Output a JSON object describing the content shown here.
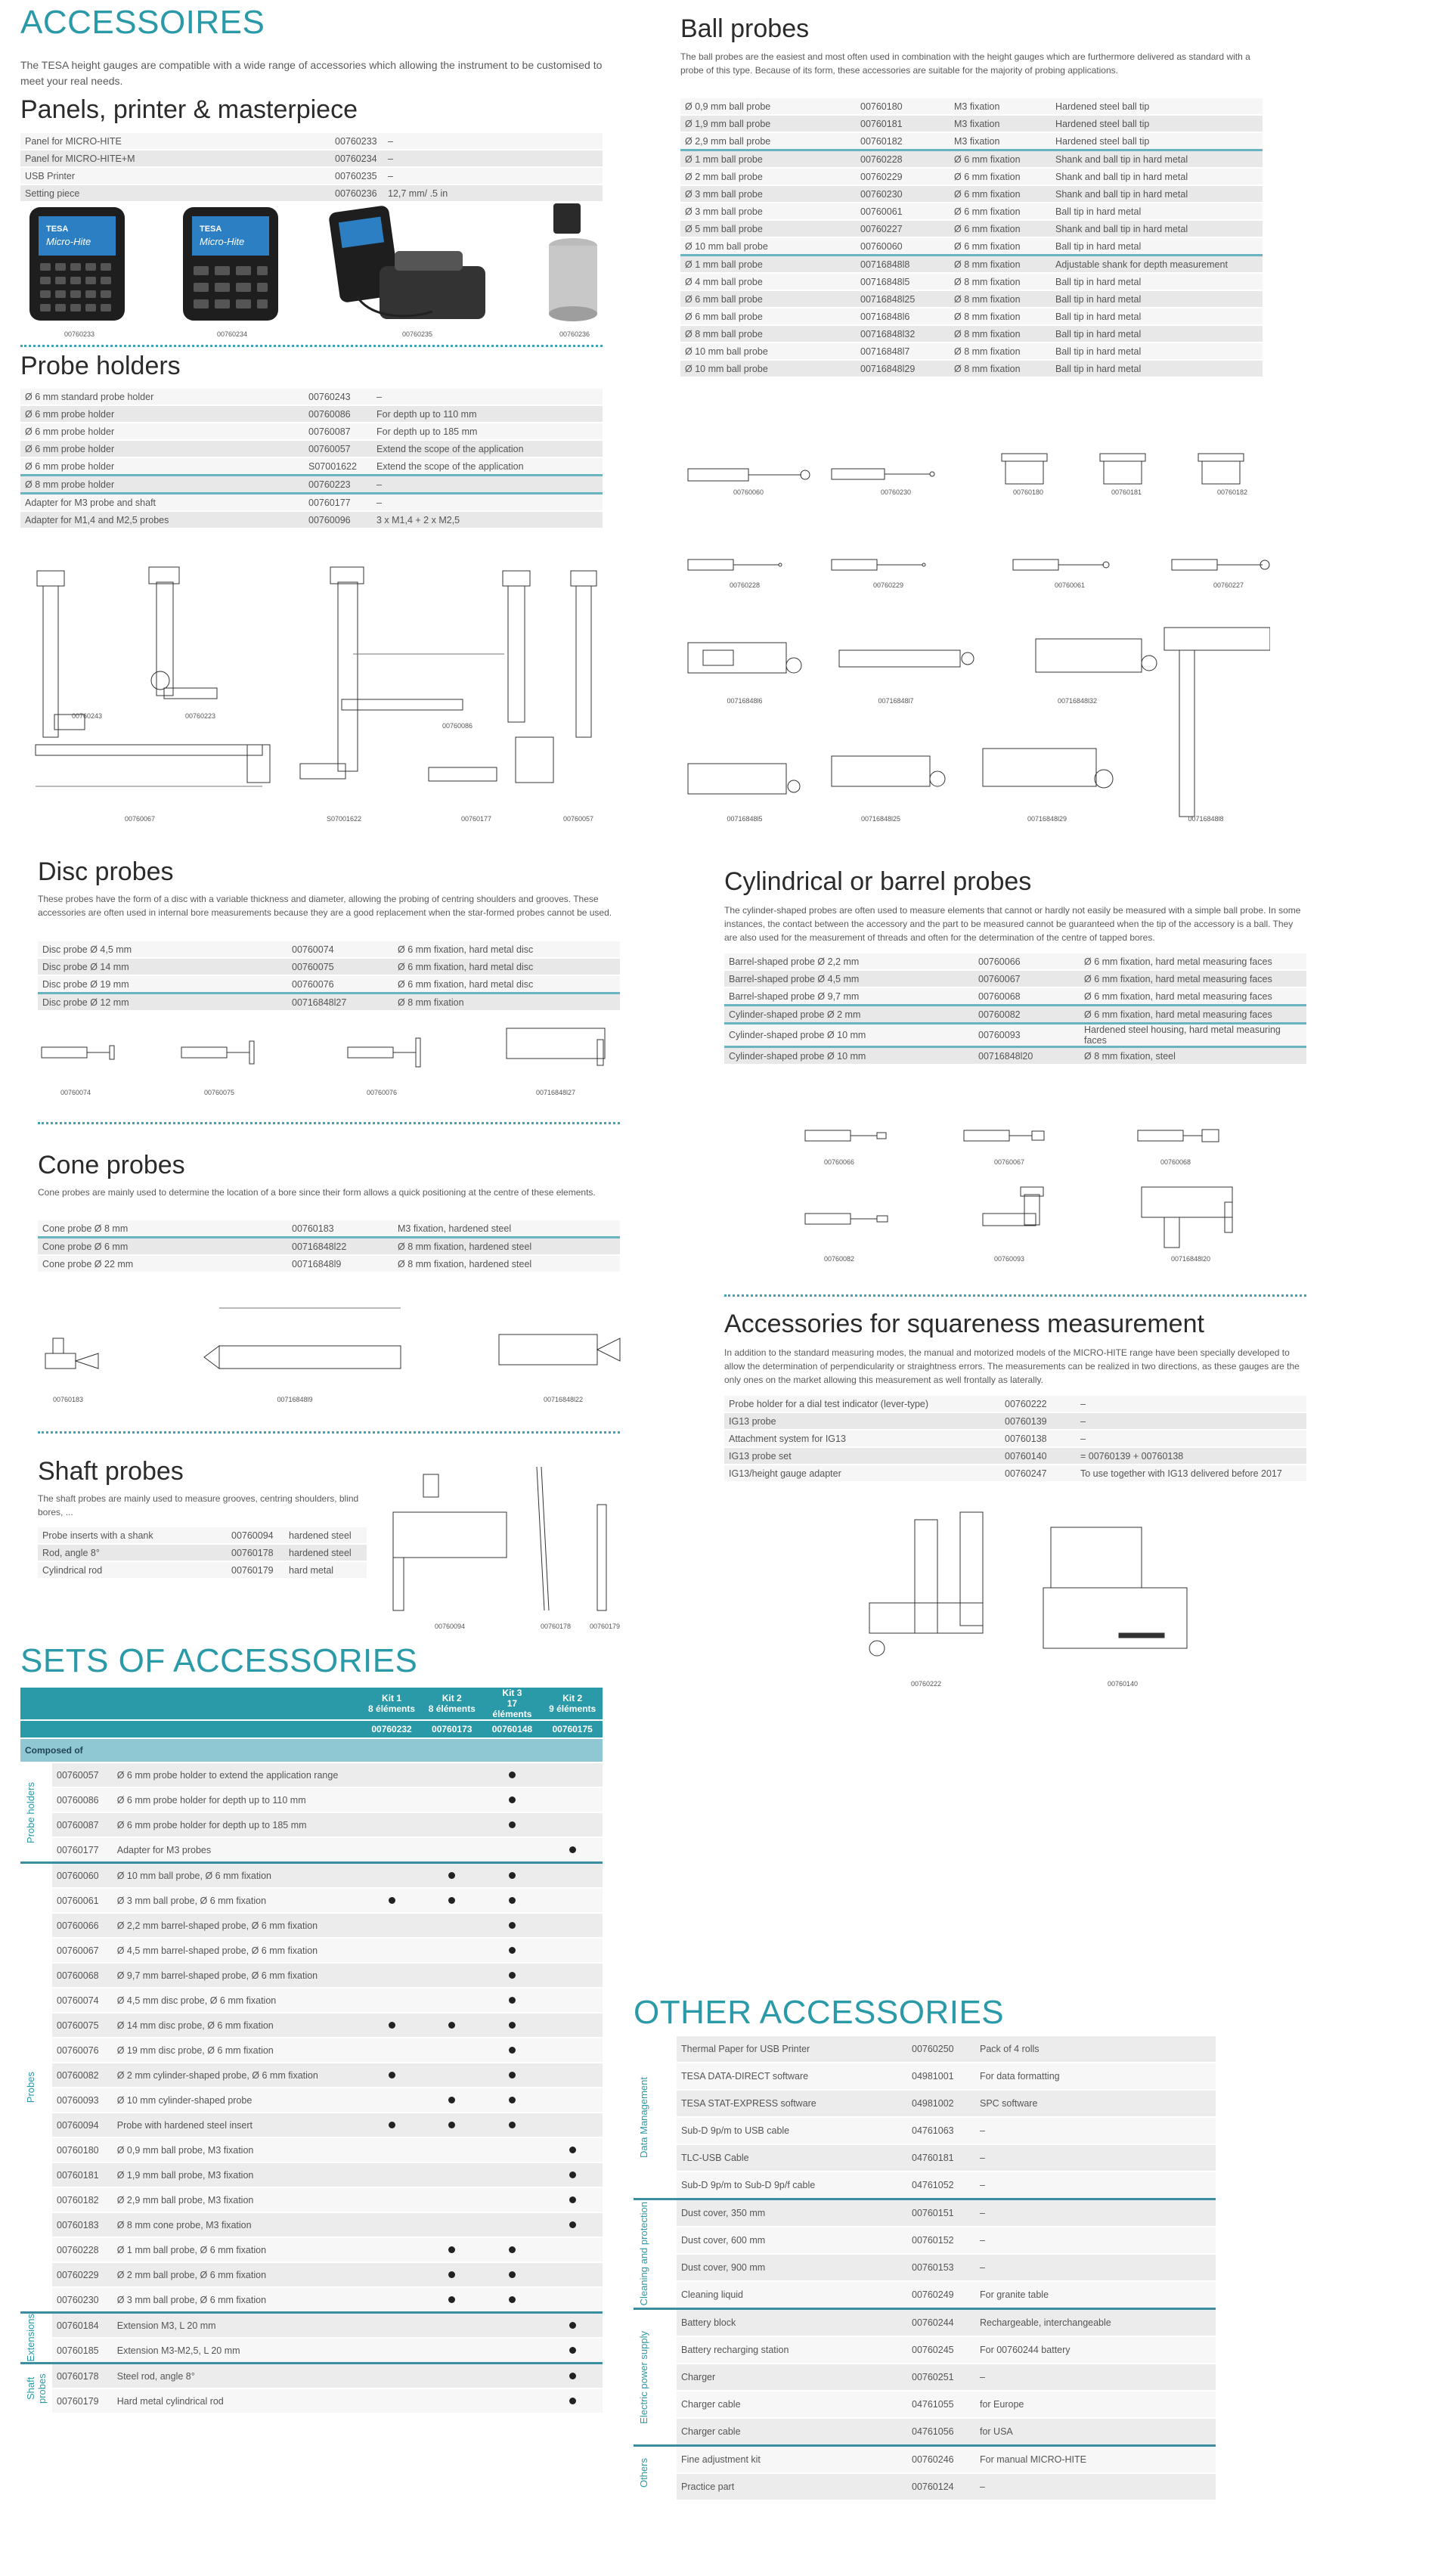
{
  "accessories": {
    "title": "ACCESSOIRES",
    "intro": "The TESA height gauges are compatible with a wide range of accessories which allowing the instrument to be customised to meet your real needs."
  },
  "panels": {
    "title": "Panels, printer & masterpiece",
    "rows": [
      [
        "Panel for MICRO-HITE",
        "00760233",
        "–"
      ],
      [
        "Panel for MICRO-HITE+M",
        "00760234",
        "–"
      ],
      [
        "USB Printer",
        "00760235",
        "–"
      ],
      [
        "Setting piece",
        "00760236",
        "12,7 mm/ .5 in"
      ]
    ],
    "captions": [
      "00760233",
      "00760234",
      "00760235",
      "00760236"
    ],
    "device_brand": "TESA",
    "device_model": "Micro-Hite"
  },
  "probe_holders": {
    "title": "Probe holders",
    "rows": [
      [
        "Ø 6 mm standard probe holder",
        "00760243",
        "–"
      ],
      [
        "Ø 6 mm probe holder",
        "00760086",
        "For depth up to 110 mm"
      ],
      [
        "Ø 6 mm probe holder",
        "00760087",
        "For depth up to 185 mm"
      ],
      [
        "Ø 6 mm probe holder",
        "00760057",
        "Extend the scope of the application"
      ],
      [
        "Ø 6 mm probe holder",
        "S07001622",
        "Extend the scope of the application"
      ],
      [
        "Ø 8 mm probe holder",
        "00760223",
        "–"
      ],
      [
        "Adapter for M3 probe and shaft",
        "00760177",
        "–"
      ],
      [
        "Adapter for M1,4 and M2,5 probes",
        "00760096",
        "3 x M1,4 + 2 x M2,5"
      ]
    ],
    "captions": [
      "00760243",
      "00760223",
      "00760086",
      "00760067",
      "S07001622",
      "00760177",
      "00760057"
    ]
  },
  "ball_probes": {
    "title": "Ball probes",
    "intro": "The ball probes are the easiest and most often used in combination with the height gauges which are furthermore delivered as standard with a probe of this type. Because of its form, these accessories are suitable for the majority of probing applications.",
    "rows": [
      [
        "Ø 0,9 mm ball probe",
        "00760180",
        "M3 fixation",
        "Hardened steel ball tip"
      ],
      [
        "Ø 1,9 mm ball probe",
        "00760181",
        "M3 fixation",
        "Hardened steel ball tip"
      ],
      [
        "Ø 2,9 mm ball probe",
        "00760182",
        "M3 fixation",
        "Hardened steel ball tip"
      ],
      [
        "Ø 1 mm ball probe",
        "00760228",
        "Ø 6 mm fixation",
        "Shank and ball tip in hard metal"
      ],
      [
        "Ø 2 mm ball probe",
        "00760229",
        "Ø 6 mm fixation",
        "Shank and ball tip in hard metal"
      ],
      [
        "Ø 3 mm ball probe",
        "00760230",
        "Ø 6 mm fixation",
        "Shank and ball tip in hard metal"
      ],
      [
        "Ø 3 mm ball probe",
        "00760061",
        "Ø 6 mm fixation",
        "Ball tip in hard metal"
      ],
      [
        "Ø 5 mm ball probe",
        "00760227",
        "Ø 6 mm fixation",
        "Shank and ball tip in hard metal"
      ],
      [
        "Ø 10 mm ball probe",
        "00760060",
        "Ø 6 mm fixation",
        "Ball tip in hard metal"
      ],
      [
        "Ø 1 mm ball probe",
        "00716848l8",
        "Ø 8 mm fixation",
        "Adjustable shank for depth measurement"
      ],
      [
        "Ø 4 mm ball probe",
        "00716848l5",
        "Ø 8 mm fixation",
        "Ball tip in hard metal"
      ],
      [
        "Ø 6 mm ball probe",
        "00716848l25",
        "Ø 8 mm fixation",
        "Ball tip in hard metal"
      ],
      [
        "Ø 6 mm ball probe",
        "00716848l6",
        "Ø 8 mm fixation",
        "Ball tip in hard metal"
      ],
      [
        "Ø 8 mm ball probe",
        "00716848l32",
        "Ø 8 mm fixation",
        "Ball tip in hard metal"
      ],
      [
        "Ø 10 mm ball probe",
        "00716848l7",
        "Ø 8 mm fixation",
        "Ball tip in hard metal"
      ],
      [
        "Ø 10 mm ball probe",
        "00716848l29",
        "Ø 8 mm fixation",
        "Ball tip in hard metal"
      ]
    ],
    "captions": [
      "00760060",
      "00760230",
      "00760180",
      "00760181",
      "00760182",
      "00760228",
      "00760229",
      "00760061",
      "00760227",
      "00716848l6",
      "00716848l7",
      "00716848l32",
      "00716848l5",
      "00716848l25",
      "00716848l29",
      "00716848l8"
    ]
  },
  "disc_probes": {
    "title": "Disc probes",
    "intro": "These probes have the form of a disc with a variable thickness and diameter, allowing the probing of centring shoulders and grooves. These accessories are often used in internal bore measurements because they are a good replacement when the star-formed probes cannot be used.",
    "rows": [
      [
        "Disc probe Ø 4,5 mm",
        "00760074",
        "Ø 6 mm fixation, hard metal disc"
      ],
      [
        "Disc probe Ø 14 mm",
        "00760075",
        "Ø 6 mm fixation, hard metal disc"
      ],
      [
        "Disc probe Ø 19 mm",
        "00760076",
        "Ø 6 mm fixation, hard metal disc"
      ],
      [
        "Disc probe Ø 12 mm",
        "00716848l27",
        "Ø 8 mm fixation"
      ]
    ],
    "captions": [
      "00760074",
      "00760075",
      "00760076",
      "00716848l27"
    ]
  },
  "cylindrical": {
    "title": "Cylindrical or barrel probes",
    "intro": "The cylinder-shaped probes are often used to measure elements that cannot or hardly not easily be measured with a simple ball probe. In some instances, the contact between the accessory and the part to be measured cannot be guaranteed when the tip of the accessory is a ball. They are also used for the measurement of threads and often for the determination of the centre of tapped bores.",
    "rows": [
      [
        "Barrel-shaped probe Ø 2,2 mm",
        "00760066",
        "Ø 6 mm fixation, hard metal measuring faces"
      ],
      [
        "Barrel-shaped probe Ø 4,5 mm",
        "00760067",
        "Ø 6 mm fixation, hard metal measuring faces"
      ],
      [
        "Barrel-shaped probe Ø 9,7 mm",
        "00760068",
        "Ø 6 mm fixation, hard metal measuring faces"
      ],
      [
        "Cylinder-shaped probe Ø 2 mm",
        "00760082",
        "Ø 6 mm fixation, hard metal measuring faces"
      ],
      [
        "Cylinder-shaped probe Ø 10 mm",
        "00760093",
        "Hardened steel housing, hard metal measuring faces"
      ],
      [
        "Cylinder-shaped probe Ø 10 mm",
        "00716848l20",
        "Ø 8 mm fixation, steel"
      ]
    ],
    "captions": [
      "00760066",
      "00760067",
      "00760068",
      "00760082",
      "00760093",
      "00716848l20"
    ]
  },
  "cone_probes": {
    "title": "Cone probes",
    "intro": "Cone probes are mainly used to determine the location of a bore since their form allows a quick positioning at the centre of these elements.",
    "rows": [
      [
        "Cone probe Ø 8 mm",
        "00760183",
        "M3 fixation, hardened steel"
      ],
      [
        "Cone probe Ø 6 mm",
        "00716848l22",
        "Ø 8 mm fixation, hardened steel"
      ],
      [
        "Cone probe Ø 22 mm",
        "00716848l9",
        "Ø 8 mm fixation, hardened steel"
      ]
    ],
    "captions": [
      "00760183",
      "00716848l9",
      "00716848l22"
    ]
  },
  "squareness": {
    "title": "Accessories for squareness measurement",
    "intro": "In addition to the standard measuring modes, the manual and motorized models of the MICRO-HITE range have been specially developed to allow the determination of perpendicularity or straightness errors. The measurements can be realized in two directions, as these gauges are the only ones on the market allowing this measurement as well frontally as laterally.",
    "rows": [
      [
        "Probe holder for a dial test indicator (lever-type)",
        "00760222",
        "–"
      ],
      [
        "IG13 probe",
        "00760139",
        "–"
      ],
      [
        "Attachment system for IG13",
        "00760138",
        "–"
      ],
      [
        "IG13 probe set",
        "00760140",
        "= 00760139 + 00760138"
      ],
      [
        "IG13/height gauge adapter",
        "00760247",
        "To use together with IG13 delivered before 2017"
      ]
    ],
    "captions": [
      "00760222",
      "00760140"
    ]
  },
  "shaft_probes": {
    "title": "Shaft probes",
    "intro": "The shaft probes are mainly used to measure grooves, centring shoulders, blind bores, ...",
    "rows": [
      [
        "Probe inserts with a shank",
        "00760094",
        "hardened steel"
      ],
      [
        "Rod, angle 8°",
        "00760178",
        "hardened steel"
      ],
      [
        "Cylindrical rod",
        "00760179",
        "hard metal"
      ]
    ],
    "captions": [
      "00760094",
      "00760178",
      "00760179"
    ]
  },
  "sets": {
    "title": "SETS OF ACCESSORIES",
    "kits": [
      {
        "name": "Kit 1",
        "elements": "8 éléments",
        "code": "00760232"
      },
      {
        "name": "Kit 2",
        "elements": "8 éléments",
        "code": "00760173"
      },
      {
        "name": "Kit 3",
        "elements": "17 éléments",
        "code": "00760148"
      },
      {
        "name": "Kit 2",
        "elements": "9 éléments",
        "code": "00760175"
      }
    ],
    "composed_label": "Composed of",
    "groups": [
      {
        "label": "Probe holders",
        "rows": [
          {
            "code": "00760057",
            "desc": "Ø 6 mm probe holder to extend the application range",
            "k": [
              0,
              0,
              1,
              0
            ]
          },
          {
            "code": "00760086",
            "desc": "Ø 6 mm probe holder for depth up to 110 mm",
            "k": [
              0,
              0,
              1,
              0
            ]
          },
          {
            "code": "00760087",
            "desc": "Ø 6 mm probe holder for depth up to 185 mm",
            "k": [
              0,
              0,
              1,
              0
            ]
          },
          {
            "code": "00760177",
            "desc": "Adapter for M3 probes",
            "k": [
              0,
              0,
              0,
              1
            ]
          }
        ]
      },
      {
        "label": "Probes",
        "rows": [
          {
            "code": "00760060",
            "desc": "Ø 10 mm ball probe, Ø 6 mm fixation",
            "k": [
              0,
              1,
              1,
              0
            ]
          },
          {
            "code": "00760061",
            "desc": "Ø 3 mm ball probe, Ø 6 mm fixation",
            "k": [
              1,
              1,
              1,
              0
            ]
          },
          {
            "code": "00760066",
            "desc": "Ø 2,2 mm barrel-shaped probe, Ø 6 mm fixation",
            "k": [
              0,
              0,
              1,
              0
            ]
          },
          {
            "code": "00760067",
            "desc": "Ø 4,5 mm barrel-shaped probe, Ø 6 mm fixation",
            "k": [
              0,
              0,
              1,
              0
            ]
          },
          {
            "code": "00760068",
            "desc": "Ø 9,7 mm barrel-shaped probe, Ø 6 mm fixation",
            "k": [
              0,
              0,
              1,
              0
            ]
          },
          {
            "code": "00760074",
            "desc": "Ø 4,5 mm disc probe, Ø 6 mm fixation",
            "k": [
              0,
              0,
              1,
              0
            ]
          },
          {
            "code": "00760075",
            "desc": "Ø 14 mm disc probe, Ø 6 mm fixation",
            "k": [
              1,
              1,
              1,
              0
            ]
          },
          {
            "code": "00760076",
            "desc": "Ø 19 mm disc probe, Ø 6 mm fixation",
            "k": [
              0,
              0,
              1,
              0
            ]
          },
          {
            "code": "00760082",
            "desc": "Ø 2 mm cylinder-shaped probe, Ø 6 mm fixation",
            "k": [
              1,
              0,
              1,
              0
            ]
          },
          {
            "code": "00760093",
            "desc": "Ø 10 mm cylinder-shaped probe",
            "k": [
              0,
              1,
              1,
              0
            ]
          },
          {
            "code": "00760094",
            "desc": "Probe with hardened steel insert",
            "k": [
              1,
              1,
              1,
              0
            ]
          },
          {
            "code": "00760180",
            "desc": "Ø 0,9 mm ball probe, M3 fixation",
            "k": [
              0,
              0,
              0,
              1
            ]
          },
          {
            "code": "00760181",
            "desc": "Ø 1,9 mm ball probe, M3 fixation",
            "k": [
              0,
              0,
              0,
              1
            ]
          },
          {
            "code": "00760182",
            "desc": "Ø 2,9 mm ball probe, M3 fixation",
            "k": [
              0,
              0,
              0,
              1
            ]
          },
          {
            "code": "00760183",
            "desc": "Ø 8 mm cone probe, M3 fixation",
            "k": [
              0,
              0,
              0,
              1
            ]
          },
          {
            "code": "00760228",
            "desc": "Ø 1 mm ball probe, Ø 6 mm fixation",
            "k": [
              0,
              1,
              1,
              0
            ]
          },
          {
            "code": "00760229",
            "desc": "Ø 2 mm ball probe, Ø 6 mm fixation",
            "k": [
              0,
              1,
              1,
              0
            ]
          },
          {
            "code": "00760230",
            "desc": "Ø 3 mm ball probe, Ø 6 mm fixation",
            "k": [
              0,
              1,
              1,
              0
            ]
          }
        ]
      },
      {
        "label": "Extensions",
        "rows": [
          {
            "code": "00760184",
            "desc": "Extension M3, L 20 mm",
            "k": [
              0,
              0,
              0,
              1
            ]
          },
          {
            "code": "00760185",
            "desc": "Extension M3-M2,5, L 20 mm",
            "k": [
              0,
              0,
              0,
              1
            ]
          }
        ]
      },
      {
        "label": "Shaft probes",
        "rows": [
          {
            "code": "00760178",
            "desc": "Steel rod, angle 8°",
            "k": [
              0,
              0,
              0,
              1
            ]
          },
          {
            "code": "00760179",
            "desc": "Hard metal cylindrical rod",
            "k": [
              0,
              0,
              0,
              1
            ]
          }
        ]
      }
    ]
  },
  "other": {
    "title": "OTHER ACCESSORIES",
    "groups": [
      {
        "label": "Data Management",
        "rows": [
          [
            "Thermal Paper for USB Printer",
            "00760250",
            "Pack of 4 rolls"
          ],
          [
            "TESA DATA-DIRECT software",
            "04981001",
            "For data formatting"
          ],
          [
            "TESA STAT-EXPRESS software",
            "04981002",
            "SPC software"
          ],
          [
            "Sub-D 9p/m to USB cable",
            "04761063",
            "–"
          ],
          [
            "TLC-USB Cable",
            "04760181",
            "–"
          ],
          [
            "Sub-D 9p/m to Sub-D 9p/f cable",
            "04761052",
            "–"
          ]
        ]
      },
      {
        "label": "Cleaning and protection",
        "rows": [
          [
            "Dust cover, 350 mm",
            "00760151",
            "–"
          ],
          [
            "Dust cover, 600 mm",
            "00760152",
            "–"
          ],
          [
            "Dust cover, 900 mm",
            "00760153",
            "–"
          ],
          [
            "Cleaning liquid",
            "00760249",
            "For granite table"
          ]
        ]
      },
      {
        "label": "Electric power supply",
        "rows": [
          [
            "Battery block",
            "00760244",
            "Rechargeable, interchangeable"
          ],
          [
            "Battery recharging station",
            "00760245",
            "For 00760244 battery"
          ],
          [
            "Charger",
            "00760251",
            "–"
          ],
          [
            "Charger cable",
            "04761055",
            "for Europe"
          ],
          [
            "Charger cable",
            "04761056",
            "for USA"
          ]
        ]
      },
      {
        "label": "Others",
        "rows": [
          [
            "Fine adjustment kit",
            "00760246",
            "For manual MICRO-HITE"
          ],
          [
            "Practice part",
            "00760124",
            "–"
          ]
        ]
      }
    ]
  },
  "colors": {
    "accent": "#2a9aa8",
    "sep": "#6ab4c0",
    "zebra_a": "#e8e8e8",
    "zebra_b": "#f6f6f6"
  }
}
